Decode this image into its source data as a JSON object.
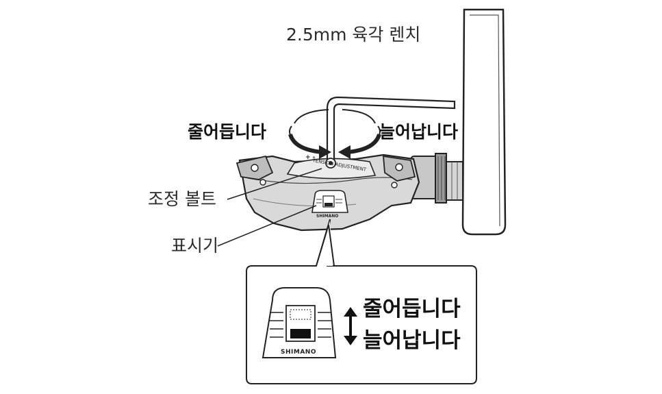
{
  "labels": {
    "wrench": "2.5mm 육각 렌치",
    "tighten": "줄어듭니다",
    "loosen": "늘어납니다",
    "bolt": "조정 볼트",
    "indicator": "표시기"
  },
  "pedal_marking": {
    "text": "TENSION ADJUSTMENT",
    "plus_minus": "+ -",
    "brand": "SHIMANO"
  },
  "inset": {
    "increase_label": "줄어듭니다",
    "decrease_label": "늘어납니다",
    "brand": "SHIMANO"
  }
}
